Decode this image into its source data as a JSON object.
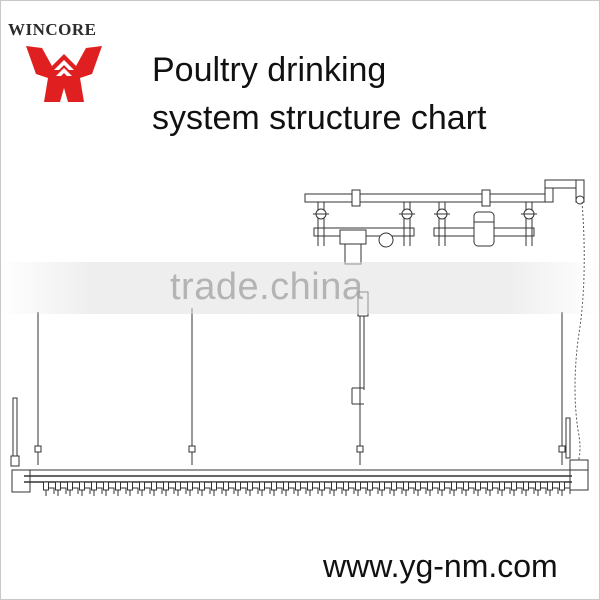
{
  "brand": {
    "name": "WINCORE",
    "colors": {
      "primary": "#e02020",
      "text": "#2b2b2b"
    }
  },
  "title": {
    "line1": "Poultry drinking",
    "line2": "system structure chart"
  },
  "watermark": {
    "text": "trade.china"
  },
  "website": {
    "url": "www.yg-nm.com"
  },
  "diagram": {
    "line_color": "#333333",
    "nipple_count": 44
  }
}
